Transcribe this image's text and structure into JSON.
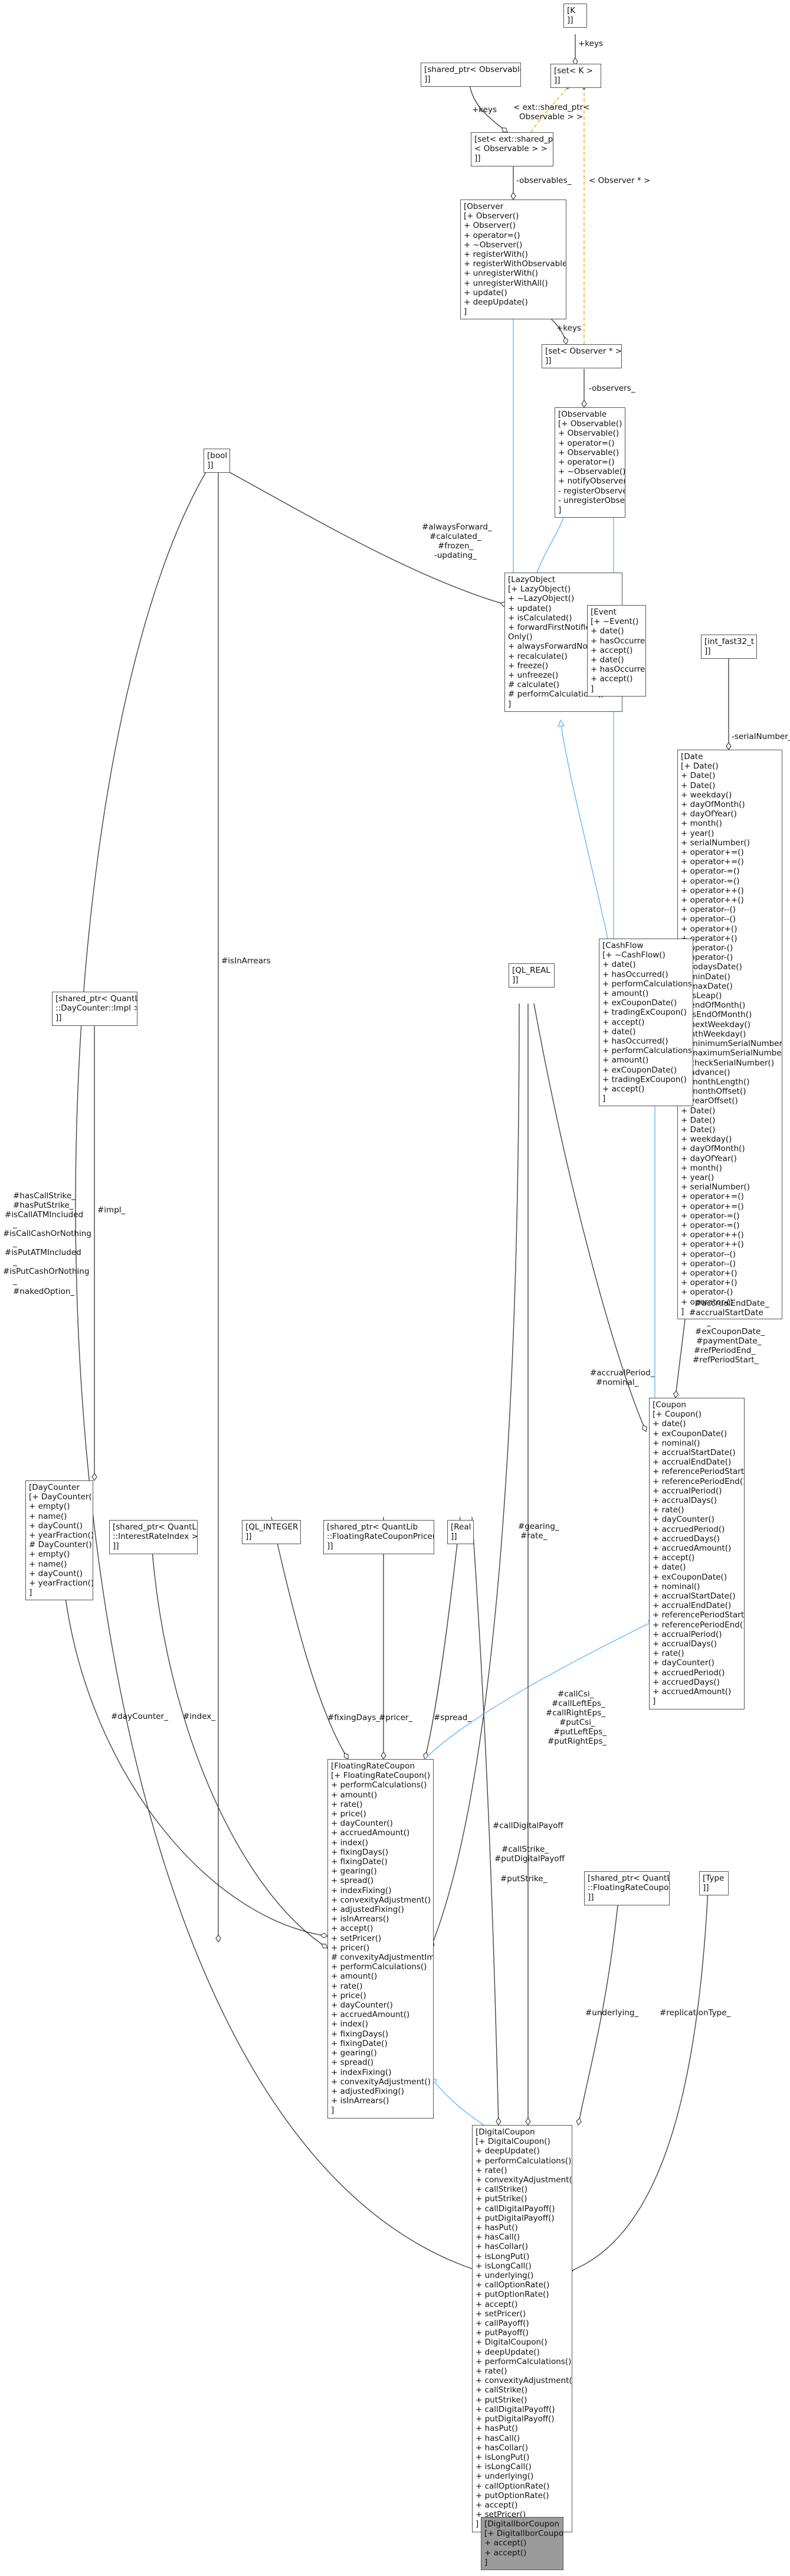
{
  "colors": {
    "inherit": "#63b8ff",
    "use": "#444444",
    "template": "#ffa500",
    "highlight": "#9b9b9b"
  },
  "nodes": {
    "k": {
      "lines": [
        "[K",
        "]]"
      ]
    },
    "set_k": {
      "lines": [
        "[set< K >",
        "]]"
      ]
    },
    "shared_obs": {
      "lines": [
        "[shared_ptr< Observable >",
        "]]"
      ]
    },
    "set_ext_shared": {
      "lines": [
        "[set< ext::shared_ptr",
        "< Observable > >",
        "]]"
      ]
    },
    "observer": {
      "lines": [
        "[Observer",
        "[+ Observer()",
        "+ Observer()",
        "+ operator=()",
        "+ ~Observer()",
        "+ registerWith()",
        "+ registerWithObservables()",
        "+ unregisterWith()",
        "+ unregisterWithAll()",
        "+ update()",
        "+ deepUpdate()",
        "]"
      ]
    },
    "set_observer_ptr": {
      "lines": [
        "[set< Observer * >",
        "]]"
      ]
    },
    "observable": {
      "lines": [
        "[Observable",
        "[+ Observable()",
        "+ Observable()",
        "+ operator=()",
        "+ Observable()",
        "+ operator=()",
        "+ ~Observable()",
        "+ notifyObservers()",
        "- registerObserver()",
        "- unregisterObserver()",
        "]"
      ]
    },
    "bool": {
      "lines": [
        "[bool",
        "]]"
      ]
    },
    "lazyobject": {
      "lines": [
        "[LazyObject",
        "[+ LazyObject()",
        "+ ~LazyObject()",
        "+ update()",
        "+ isCalculated()",
        "+ forwardFirstNotification",
        "Only()",
        "+ alwaysForwardNotifications()",
        "+ recalculate()",
        "+ freeze()",
        "+ unfreeze()",
        "# calculate()",
        "# performCalculations()",
        "]"
      ]
    },
    "event": {
      "lines": [
        "[Event",
        "[+ ~Event()",
        "+ date()",
        "+ hasOccurred()",
        "+ accept()",
        "+ date()",
        "+ hasOccurred()",
        "+ accept()",
        "]"
      ]
    },
    "int_fast32": {
      "lines": [
        "[int_fast32_t",
        "]]"
      ]
    },
    "date": {
      "lines": [
        "[Date",
        "[+ Date()",
        "+ Date()",
        "+ Date()",
        "+ weekday()",
        "+ dayOfMonth()",
        "+ dayOfYear()",
        "+ month()",
        "+ year()",
        "+ serialNumber()",
        "+ operator+=()",
        "+ operator+=()",
        "+ operator-=()",
        "+ operator-=()",
        "+ operator++()",
        "+ operator++()",
        "+ operator--()",
        "+ operator--()",
        "+ operator+()",
        "+ operator+()",
        "+ operator-()",
        "+ operator-()",
        "+ todaysDate()",
        "+ minDate()",
        "+ maxDate()",
        "+ isLeap()",
        "+ endOfMonth()",
        "+ isEndOfMonth()",
        "+ nextWeekday()",
        "+ nthWeekday()",
        "+ minimumSerialNumber()",
        "+ maximumSerialNumber()",
        "+ checkSerialNumber()",
        "+ advance()",
        "+ monthLength()",
        "+ monthOffset()",
        "+ yearOffset()",
        "+ Date()",
        "+ Date()",
        "+ Date()",
        "+ weekday()",
        "+ dayOfMonth()",
        "+ dayOfYear()",
        "+ month()",
        "+ year()",
        "+ serialNumber()",
        "+ operator+=()",
        "+ operator+=()",
        "+ operator-=()",
        "+ operator-=()",
        "+ operator++()",
        "+ operator++()",
        "+ operator--()",
        "+ operator--()",
        "+ operator+()",
        "+ operator+()",
        "+ operator-()",
        "+ operator-()",
        "]"
      ]
    },
    "cashflow": {
      "lines": [
        "[CashFlow",
        "[+ ~CashFlow()",
        "+ date()",
        "+ hasOccurred()",
        "+ performCalculations()",
        "+ amount()",
        "+ exCouponDate()",
        "+ tradingExCoupon()",
        "+ accept()",
        "+ date()",
        "+ hasOccurred()",
        "+ performCalculations()",
        "+ amount()",
        "+ exCouponDate()",
        "+ tradingExCoupon()",
        "+ accept()",
        "]"
      ]
    },
    "shared_daycounter_impl": {
      "lines": [
        "[shared_ptr< QuantLib",
        "::DayCounter::Impl >",
        "]]"
      ]
    },
    "ql_real": {
      "lines": [
        "[QL_REAL",
        "]]"
      ]
    },
    "coupon": {
      "lines": [
        "[Coupon",
        "[+ Coupon()",
        "+ date()",
        "+ exCouponDate()",
        "+ nominal()",
        "+ accrualStartDate()",
        "+ accrualEndDate()",
        "+ referencePeriodStart()",
        "+ referencePeriodEnd()",
        "+ accrualPeriod()",
        "+ accrualDays()",
        "+ rate()",
        "+ dayCounter()",
        "+ accruedPeriod()",
        "+ accruedDays()",
        "+ accruedAmount()",
        "+ accept()",
        "+ date()",
        "+ exCouponDate()",
        "+ nominal()",
        "+ accrualStartDate()",
        "+ accrualEndDate()",
        "+ referencePeriodStart()",
        "+ referencePeriodEnd()",
        "+ accrualPeriod()",
        "+ accrualDays()",
        "+ rate()",
        "+ dayCounter()",
        "+ accruedPeriod()",
        "+ accruedDays()",
        "+ accruedAmount()",
        "]"
      ]
    },
    "daycounter": {
      "lines": [
        "[DayCounter",
        "[+ DayCounter()",
        "+ empty()",
        "+ name()",
        "+ dayCount()",
        "+ yearFraction()",
        "# DayCounter()",
        "+ empty()",
        "+ name()",
        "+ dayCount()",
        "+ yearFraction()",
        "]"
      ]
    },
    "shared_interest_index": {
      "lines": [
        "[shared_ptr< QuantLib",
        "::InterestRateIndex >",
        "]]"
      ]
    },
    "ql_integer": {
      "lines": [
        "[QL_INTEGER",
        "]]"
      ]
    },
    "shared_frc_pricer": {
      "lines": [
        "[shared_ptr< QuantLib",
        "::FloatingRateCouponPricer >",
        "]]"
      ]
    },
    "real": {
      "lines": [
        "[Real",
        "]]"
      ]
    },
    "floatingratecoupon": {
      "lines": [
        "[FloatingRateCoupon",
        "[+ FloatingRateCoupon()",
        "+ performCalculations()",
        "+ amount()",
        "+ rate()",
        "+ price()",
        "+ dayCounter()",
        "+ accruedAmount()",
        "+ index()",
        "+ fixingDays()",
        "+ fixingDate()",
        "+ gearing()",
        "+ spread()",
        "+ indexFixing()",
        "+ convexityAdjustment()",
        "+ adjustedFixing()",
        "+ isInArrears()",
        "+ accept()",
        "+ setPricer()",
        "+ pricer()",
        "# convexityAdjustmentImpl()",
        "+ performCalculations()",
        "+ amount()",
        "+ rate()",
        "+ price()",
        "+ dayCounter()",
        "+ accruedAmount()",
        "+ index()",
        "+ fixingDays()",
        "+ fixingDate()",
        "+ gearing()",
        "+ spread()",
        "+ indexFixing()",
        "+ convexityAdjustment()",
        "+ adjustedFixing()",
        "+ isInArrears()",
        "]"
      ]
    },
    "shared_frc": {
      "lines": [
        "[shared_ptr< QuantLib",
        "::FloatingRateCoupon >",
        "]]"
      ]
    },
    "type": {
      "lines": [
        "[Type",
        "]]"
      ]
    },
    "digitalcoupon": {
      "lines": [
        "[DigitalCoupon",
        "[+ DigitalCoupon()",
        "+ deepUpdate()",
        "+ performCalculations()",
        "+ rate()",
        "+ convexityAdjustment()",
        "+ callStrike()",
        "+ putStrike()",
        "+ callDigitalPayoff()",
        "+ putDigitalPayoff()",
        "+ hasPut()",
        "+ hasCall()",
        "+ hasCollar()",
        "+ isLongPut()",
        "+ isLongCall()",
        "+ underlying()",
        "+ callOptionRate()",
        "+ putOptionRate()",
        "+ accept()",
        "+ setPricer()",
        "+ callPayoff()",
        "+ putPayoff()",
        "+ DigitalCoupon()",
        "+ deepUpdate()",
        "+ performCalculations()",
        "+ rate()",
        "+ convexityAdjustment()",
        "+ callStrike()",
        "+ putStrike()",
        "+ callDigitalPayoff()",
        "+ putDigitalPayoff()",
        "+ hasPut()",
        "+ hasCall()",
        "+ hasCollar()",
        "+ isLongPut()",
        "+ isLongCall()",
        "+ underlying()",
        "+ callOptionRate()",
        "+ putOptionRate()",
        "+ accept()",
        "+ setPricer()",
        "]"
      ]
    },
    "digitalibor": {
      "lines": [
        "[DigitalIborCoupon",
        "[+ DigitalIborCoupon()",
        "+ accept()",
        "+ accept()",
        "]"
      ]
    }
  },
  "edge_labels": {
    "keys_k": "+keys",
    "keys_shared": "+keys",
    "ext_template": "< ext::shared_ptr<",
    "ext_template2": "Observable > >",
    "observables": "-observables_",
    "observer_template": "< Observer * >",
    "keys_obs": "+keys",
    "observers": "-observers_",
    "lazy_bools": [
      "#alwaysForward_",
      "#calculated_",
      "#frozen_",
      "-updating_"
    ],
    "serial": "-serialNumber_",
    "inarrears": "#isInArrears",
    "impl": "#impl_",
    "bool_left": [
      "#hasCallStrike_",
      "#hasPutStrike_",
      "#isCallATMIncluded",
      "_",
      "#isCallCashOrNothing",
      "_",
      "#isPutATMIncluded",
      "_",
      "#isPutCashOrNothing",
      "_",
      "#nakedOption_"
    ],
    "accrual_dates": [
      "#accrualEndDate_",
      "#accrualStartDate",
      "_",
      "#exCouponDate_",
      "#paymentDate_",
      "#refPeriodEnd_",
      "#refPeriodStart_"
    ],
    "accrual_period": [
      "#accrualPeriod_",
      "#nominal_"
    ],
    "gearing": [
      "#gearing_",
      "#rate_"
    ],
    "daycounter_": "#dayCounter_",
    "index_": "#index_",
    "fixing": "#fixingDays_",
    "pricer": "#pricer_",
    "spread": "#spread_",
    "call_csi": [
      "#callCsi_",
      "#callLeftEps_",
      "#callRightEps_",
      "#putCsi_",
      "#putLeftEps_",
      "#putRightEps_"
    ],
    "digital_payoff": "#callDigitalPayoff",
    "strikes": [
      "#callStrike_",
      "#putDigitalPayoff"
    ],
    "putstrike": "#putStrike_",
    "underlying": "#underlying_",
    "replication": "#replicationType_"
  }
}
